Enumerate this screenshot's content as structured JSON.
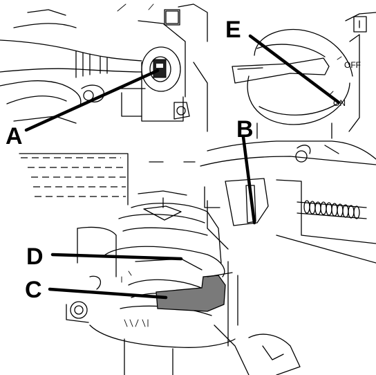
{
  "callouts": {
    "a": "A",
    "b": "B",
    "c": "C",
    "d": "D",
    "e": "E"
  },
  "switch_positions": {
    "off": "OFF",
    "on": "ON"
  },
  "colors": {
    "line": "#000000",
    "highlight_part": "#7a7a7a",
    "background": "#ffffff"
  }
}
